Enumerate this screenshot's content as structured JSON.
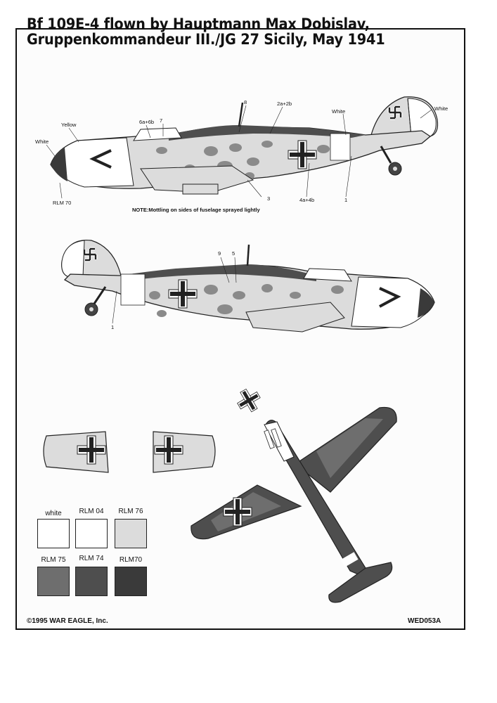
{
  "title": {
    "line1": "Bf 109E-4 flown by Hauptmann Max Dobislav,",
    "line2": "Gruppenkommandeur III./JG 27 Sicily, May 1941"
  },
  "callouts": {
    "white_nose": "White",
    "yellow": "Yellow",
    "rlm70": "RLM 70",
    "c6a6b": "6a+6b",
    "c7": "7",
    "c8": "8",
    "c2a2b": "2a+2b",
    "white_fuselage": "White",
    "white_rudder": "White",
    "c3": "3",
    "c4a4b": "4a+4b",
    "c1_top": "1",
    "c9": "9",
    "c5": "5",
    "c1_bottom": "1"
  },
  "note": "NOTE:Mottling on sides of fuselage sprayed lightly",
  "colors_legend": [
    {
      "name": "white",
      "hex": "#ffffff"
    },
    {
      "name": "RLM 04",
      "hex": "#ffffff"
    },
    {
      "name": "RLM 76",
      "hex": "#dcdcdc"
    },
    {
      "name": "RLM 75",
      "hex": "#6e6e6e"
    },
    {
      "name": "RLM 74",
      "hex": "#4e4e4e"
    },
    {
      "name": "RLM70",
      "hex": "#3a3a3a"
    }
  ],
  "footer": {
    "copyright": "©1995 WAR EAGLE, Inc.",
    "code": "WED053A"
  }
}
